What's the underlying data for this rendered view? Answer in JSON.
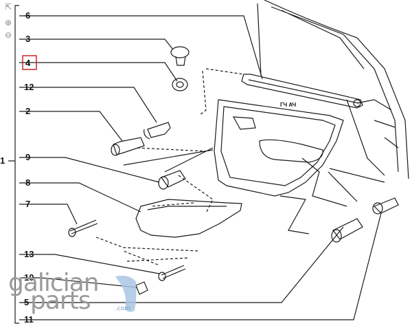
{
  "toolbar": {
    "tools": [
      {
        "name": "select-tool-icon",
        "glyph": "⇱"
      },
      {
        "name": "zoom-in-icon",
        "glyph": "⊕"
      },
      {
        "name": "zoom-out-icon",
        "glyph": "⊖"
      }
    ]
  },
  "callouts": {
    "assembly": "1",
    "c6": "6",
    "c3": "3",
    "c4": "4",
    "c12": "12",
    "c2": "2",
    "c9": "9",
    "c8": "8",
    "c7": "7",
    "c13": "13",
    "c10": "10",
    "c5": "5",
    "c11": "11"
  },
  "panel_marking": "ГЧ АЧ",
  "watermark": {
    "line1": "galician",
    "line2": "parts",
    "domain": ".com"
  },
  "colors": {
    "line": "#1a1a1a",
    "highlight_box": "#cc2222",
    "watermark_gray": "#9a9a9a",
    "watermark_blue": "#a9c6e4"
  }
}
